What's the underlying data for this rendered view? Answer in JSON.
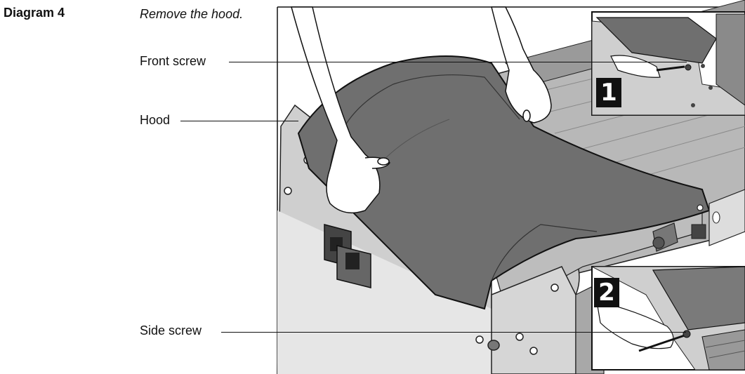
{
  "diagram": {
    "title": "Diagram 4",
    "instruction": "Remove the hood.",
    "labels": {
      "front_screw": "Front screw",
      "hood": "Hood",
      "side_screw": "Side screw"
    },
    "insets": [
      {
        "number": "1"
      },
      {
        "number": "2"
      }
    ]
  }
}
